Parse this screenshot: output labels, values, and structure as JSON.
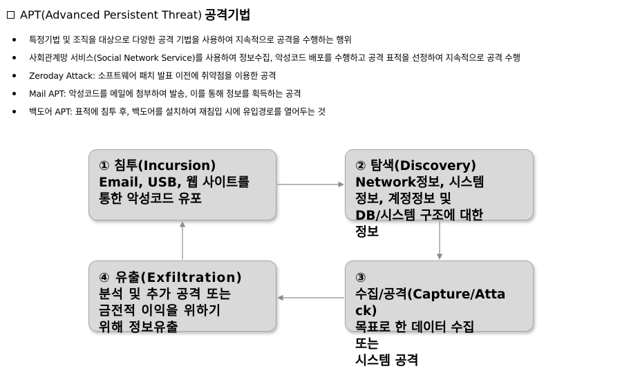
{
  "heading": {
    "plain": "APT(Advanced Persistent Threat)",
    "bold": "공격기법"
  },
  "bullets": [
    "특정기법 및 조직을 대상으로 다양한 공격 기법을 사용하여 지속적으로 공격을 수행하는 행위",
    "사회관계망 서비스(Social Network Service)를 사용하여 정보수집, 악성코드 배포를 수행하고 공격 표적을 선정하여 지속적으로 공격 수행",
    "Zeroday Attack: 소프트웨어 패치 발표 이전에 취약점을 이용한 공격",
    "Mail APT: 악성코드를 메일에 첨부하여 발송, 이를 통해 정보를 획득하는 공격",
    "백도어 APT: 표적에 침투 후, 백도어를 설치하여 재침입 시에 유입경로를 열어두는 것"
  ],
  "diagram": {
    "step1": {
      "title": "① 침투(Incursion)",
      "lines": [
        "Email, USB, 웹 사이트를",
        "통한 악성코드 유포"
      ]
    },
    "step2": {
      "title": "② 탐색(Discovery)",
      "lines": [
        "Network정보, 시스템",
        "정보, 계정정보 및",
        "DB/시스템 구조에 대한",
        "정보"
      ]
    },
    "step3": {
      "title": "③",
      "lines": [
        "수집/공격(Capture/Atta",
        "ck)",
        "목표로 한 데이터 수집",
        "또는",
        "시스템 공격"
      ]
    },
    "step4": {
      "title": "④ 유출(Exfiltration)",
      "lines": [
        "분석 및 추가 공격 또는",
        "금전적 이익을 위하기",
        "위해 정보유출"
      ]
    }
  },
  "colors": {
    "box_fill": "#d9d9d9",
    "box_border": "#a6a6a6",
    "arrow": "#8c8c8c"
  }
}
